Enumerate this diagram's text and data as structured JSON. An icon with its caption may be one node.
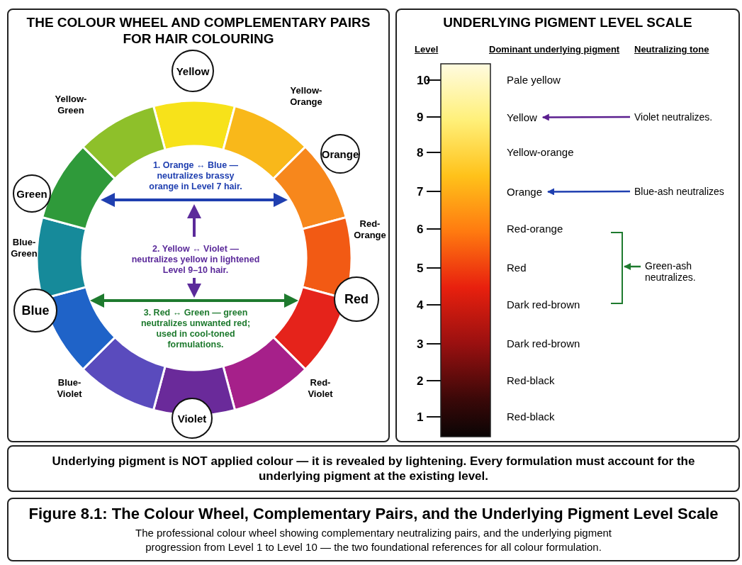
{
  "diagram": {
    "nodes": [
      {
        "text": [
          "THE COLOUR WHEEL AND COMPLEMENTARY PAIRS FOR HAIR COLOURING"
        ]
      },
      {
        "text": [
          "Yellow"
        ],
        "in": 0
      },
      {
        "text": [
          "Orange"
        ],
        "in": 0
      },
      {
        "text": [
          "Red"
        ],
        "in": 0
      },
      {
        "text": [
          "Violet"
        ],
        "in": 0
      },
      {
        "text": [
          "Blue"
        ],
        "in": 0
      },
      {
        "text": [
          "Green"
        ],
        "in": 0
      },
      {
        "text": [
          "UNDERLYING PIGMENT LEVEL SCALE"
        ]
      },
      {
        "text": [
          "Yellow"
        ],
        "in": 7
      },
      {
        "text": [
          "Orange"
        ],
        "in": 7
      },
      {
        "text": [
          "Violet neutralizes."
        ],
        "in": 7
      },
      {
        "text": [
          "Blue-ash neutralizes"
        ],
        "in": 7
      },
      {
        "text": [
          "Green-ash neutralizes."
        ],
        "in": 7
      },
      {
        "text": [
          "Underlying pigment is NOT applied colour — it is revealed by lightening. Every formulation must account for the underlying pigment at the existing level."
        ]
      },
      {
        "text": [
          "Figure 8.1: The Colour Wheel, Complementary Pairs, and the Underlying Pigment Level Scale",
          "The professional colour wheel showing complementary neutralizing pairs, and the underlying pigment progression from Level 1 to Level 10 — the two foundational references for all colour formulation."
        ]
      }
    ],
    "edges": [
      {
        "from": 10,
        "to": 8,
        "arrow": "to",
        "color": "#5b1f8f"
      },
      {
        "from": 11,
        "to": 9,
        "arrow": "to",
        "color": "#1f3fb0"
      },
      {
        "from": 12,
        "to": null,
        "arrow": "to",
        "color": "#1e7a2e"
      }
    ],
    "labels": [
      "Yellow-Green",
      "Yellow-Orange",
      "1. Orange ↔ Blue — neutralizes brassy orange in Level 7 hair.",
      "Blue-Green",
      "2. Yellow ↔ Violet — neutralizes yellow in lightened Level 9–10 hair.",
      "Red-Orange",
      "3. Red ↔ Green — green neutralizes unwanted red; used in cool-toned formulations.",
      "Blue-Violet",
      "Red-Violet",
      "Level",
      "Dominant underlying pigment",
      "Neutralizing tone",
      "10",
      "Pale yellow",
      "9",
      "8",
      "Yellow-orange",
      "7",
      "6",
      "Red-orange",
      "5",
      "Red",
      "4",
      "Dark red-brown",
      "3",
      "Dark red-brown",
      "2",
      "Red-black",
      "1",
      "Red-black"
    ]
  }
}
